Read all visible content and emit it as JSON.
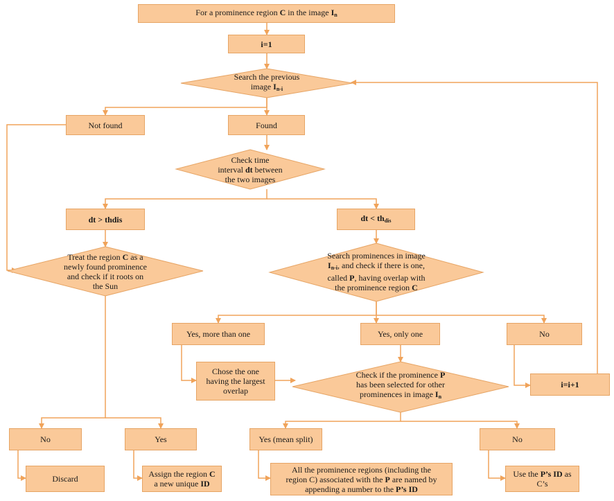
{
  "colors": {
    "fill": "#fac999",
    "stroke": "#e6a464",
    "connector": "#f0a35a",
    "text": "#1a1a1a"
  },
  "nodes": {
    "start": {
      "pre": "For a prominence region ",
      "b1": "C",
      "mid": " in the image ",
      "b2": "I",
      "sub": "n"
    },
    "init": {
      "text": "i=1"
    },
    "search_prev": {
      "line1": "Search the previous",
      "line2pre": "image ",
      "b": "I",
      "sub": "n-i"
    },
    "not_found": {
      "text": "Not found"
    },
    "found": {
      "text": "Found"
    },
    "check_time": {
      "line1": "Check time",
      "line2pre": "interval ",
      "b": "dt",
      "line2post": " between",
      "line3": "the two images"
    },
    "dt_gt": {
      "text": "dt > thdis"
    },
    "dt_lt": {
      "pre": "dt < th",
      "sub": "dis"
    },
    "treat_new": {
      "line1pre": "Treat the region ",
      "b": "C",
      "line1post": " as a",
      "line2": "newly found prominence",
      "line3": "and check if it roots on",
      "line4": "the Sun"
    },
    "search_prom": {
      "line1": "Search prominences in image",
      "b1": "I",
      "sub": "n-i",
      "line2post": ", and check if there is one,",
      "line3pre": "called ",
      "b2": "P",
      "line3post": ", having overlap with",
      "line4pre": "the prominence region ",
      "b3": "C"
    },
    "yes_more": {
      "text": "Yes, more than one"
    },
    "yes_only": {
      "text": "Yes, only one"
    },
    "no_mid": {
      "text": "No"
    },
    "chose": {
      "line1": "Chose the one",
      "line2": "having the largest",
      "line3": "overlap"
    },
    "check_selected": {
      "line1pre": "Check if the prominence ",
      "b1": "P",
      "line2": "has been selected for other",
      "line3pre": "prominences in image ",
      "b2": "I",
      "sub": "n"
    },
    "incr": {
      "text": "i=i+1"
    },
    "no_left": {
      "text": "No"
    },
    "yes_left": {
      "text": "Yes"
    },
    "yes_split": {
      "text": "Yes (mean split)"
    },
    "no_right": {
      "text": "No"
    },
    "discard": {
      "text": "Discard"
    },
    "assign": {
      "line1pre": "Assign the region ",
      "b1": "C",
      "line2pre": "a new unique ",
      "b2": "ID"
    },
    "all_prom": {
      "line1": "All the prominence regions (including the",
      "line2pre": "region C) associated with the ",
      "b1": "P",
      "line2post": " are named by",
      "line3pre": "appending a number to the ",
      "b2": "P’s ID"
    },
    "use_id": {
      "line1pre": "Use the ",
      "b1": "P’s ID",
      "line1post": " as",
      "line2": "C’s"
    }
  }
}
